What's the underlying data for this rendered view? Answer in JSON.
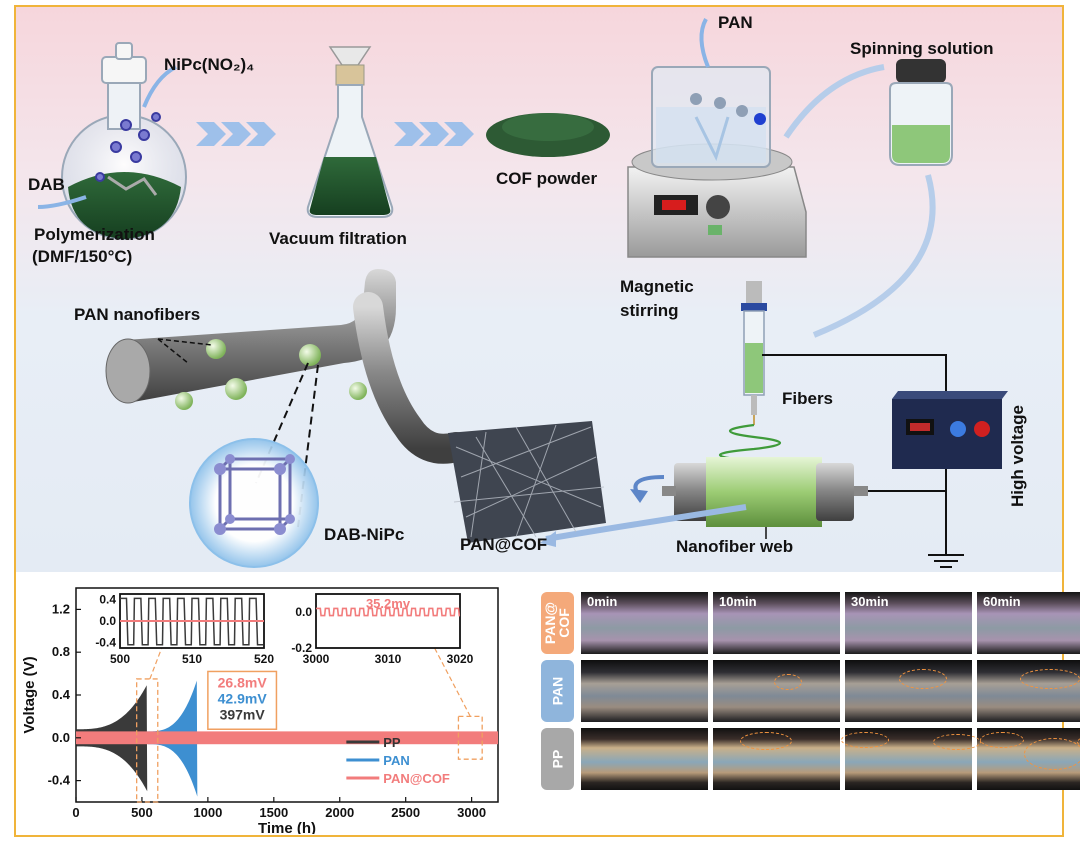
{
  "process": {
    "nipc_label": "NiPc(NO₂)₄",
    "dab_label": "DAB",
    "polymerization_line1": "Polymerization",
    "polymerization_line2": "(DMF/150°C)",
    "vacuum_label": "Vacuum filtration",
    "cof_label": "COF powder",
    "pan_label": "PAN",
    "spinning_label": "Spinning solution",
    "magnetic_line1": "Magnetic",
    "magnetic_line2": "stirring",
    "nanofibers_label": "PAN nanofibers",
    "fibers_label": "Fibers",
    "high_voltage_label": "High voltage",
    "dabnipc_label": "DAB-NiPc",
    "pancof_label": "PAN@COF",
    "nanofiber_web_label": "Nanofiber web"
  },
  "colors": {
    "frame": "#f0b43a",
    "pp": "#3a3a3a",
    "pan": "#3d8fd1",
    "pancof": "#f27c7c",
    "tag_pancof": "#f4a97a",
    "tag_pan": "#8fb5dc",
    "tag_pp": "#a8a8a8"
  },
  "chart_data": {
    "type": "line",
    "xlabel": "Time (h)",
    "ylabel": "Voltage (V)",
    "xlim": [
      0,
      3200
    ],
    "ylim": [
      -0.6,
      1.4
    ],
    "xticks": [
      "0",
      "500",
      "1000",
      "1500",
      "2000",
      "2500",
      "3000"
    ],
    "yticks": [
      "-0.4",
      "0.0",
      "0.4",
      "0.8",
      "1.2"
    ],
    "series": [
      {
        "name": "PP",
        "x_end": 540,
        "max_amplitude": 0.5
      },
      {
        "name": "PAN",
        "x_end": 920,
        "max_amplitude": 0.55
      },
      {
        "name": "PAN@COF",
        "x_end": 3200,
        "max_amplitude": 0.0352
      }
    ],
    "callout_values": [
      "26.8mV",
      "42.9mV",
      "397mV"
    ],
    "inset1": {
      "xlim": [
        500,
        520
      ],
      "ylim": [
        -0.5,
        0.5
      ],
      "xticks": [
        "500",
        "510",
        "520"
      ],
      "yticks": [
        "0.4",
        "0.0",
        "-0.4"
      ]
    },
    "inset2": {
      "xlim": [
        3000,
        3020
      ],
      "ylim": [
        -0.2,
        0.1
      ],
      "xticks": [
        "3000",
        "3010",
        "3020"
      ],
      "yticks": [
        "0.0",
        "-0.2"
      ],
      "annotation": "35.2mv"
    }
  },
  "micro": {
    "headers": [
      "0min",
      "10min",
      "30min",
      "60min"
    ],
    "rows": [
      {
        "tag": "PAN@\nCOF",
        "tag_l1": "PAN@",
        "tag_l2": "COF"
      },
      {
        "tag": "PAN",
        "tag_l1": "PAN",
        "tag_l2": ""
      },
      {
        "tag": "PP",
        "tag_l1": "PP",
        "tag_l2": ""
      }
    ]
  }
}
